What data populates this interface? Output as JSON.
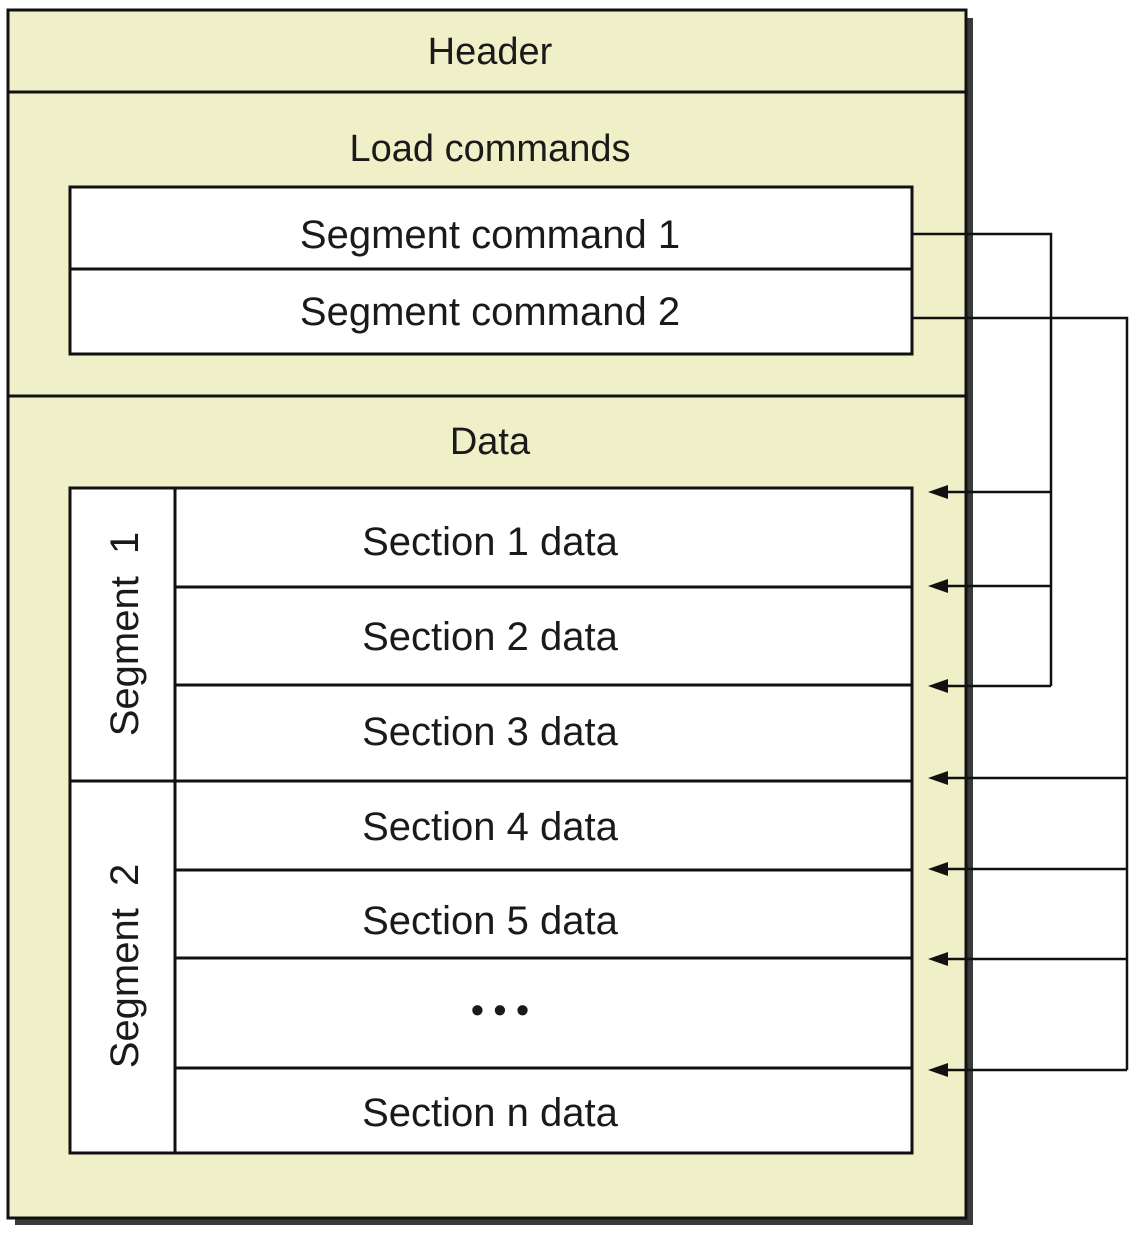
{
  "colors": {
    "panel_fill": "#f0f0c8",
    "box_fill": "#ffffff",
    "stroke": "#111111",
    "shadow": "#3a3a3a"
  },
  "header": {
    "label": "Header"
  },
  "load_commands": {
    "label": "Load commands",
    "segment_commands": [
      {
        "label": "Segment command 1"
      },
      {
        "label": "Segment command 2"
      }
    ]
  },
  "data": {
    "label": "Data",
    "segments": [
      {
        "label": "Segment  1",
        "command": 0,
        "sections": [
          0,
          1,
          2
        ]
      },
      {
        "label": "Segment  2",
        "command": 1,
        "sections": [
          3,
          4,
          5,
          6
        ]
      }
    ],
    "sections": [
      {
        "label": "Section 1 data"
      },
      {
        "label": "Section 2 data"
      },
      {
        "label": "Section 3 data"
      },
      {
        "label": "Section 4 data"
      },
      {
        "label": "Section 5 data"
      },
      {
        "label": "• • •"
      },
      {
        "label": "Section n data"
      }
    ]
  }
}
